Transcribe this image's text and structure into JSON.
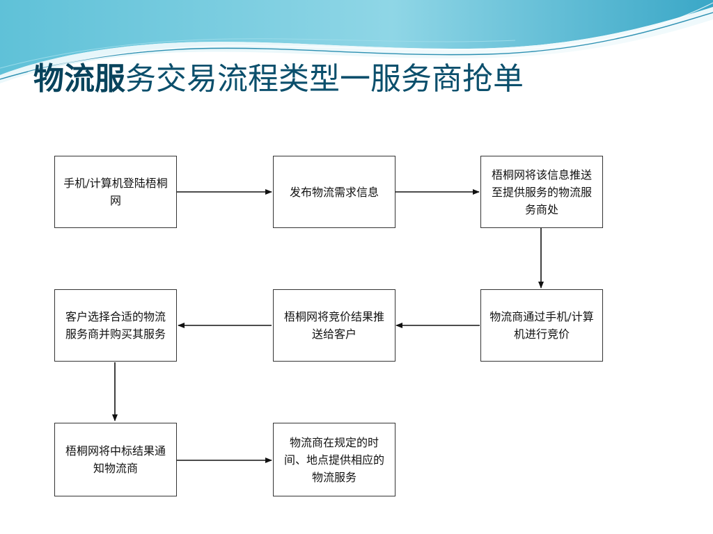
{
  "slide": {
    "title_bold": "物流服",
    "title_rest": "务交易流程类型一服务商抢单"
  },
  "diagram": {
    "steps": [
      {
        "id": "login",
        "text": "手机/计算机登陆梧桐网"
      },
      {
        "id": "publish",
        "text": "发布物流需求信息"
      },
      {
        "id": "push",
        "text": "梧桐网将该信息推送至提供服务的物流服务商处"
      },
      {
        "id": "bid",
        "text": "物流商通过手机/计算机进行竞价"
      },
      {
        "id": "result-push",
        "text": "梧桐网将竞价结果推送给客户"
      },
      {
        "id": "select",
        "text": "客户选择合适的物流服务商并购买其服务"
      },
      {
        "id": "notify",
        "text": "梧桐网将中标结果通知物流商"
      },
      {
        "id": "deliver",
        "text": "物流商在规定的时间、地点提供相应的物流服务"
      }
    ],
    "connections": [
      {
        "from": "login",
        "to": "publish"
      },
      {
        "from": "publish",
        "to": "push"
      },
      {
        "from": "push",
        "to": "bid"
      },
      {
        "from": "bid",
        "to": "result-push"
      },
      {
        "from": "result-push",
        "to": "select"
      },
      {
        "from": "select",
        "to": "notify"
      },
      {
        "from": "notify",
        "to": "deliver"
      }
    ]
  }
}
